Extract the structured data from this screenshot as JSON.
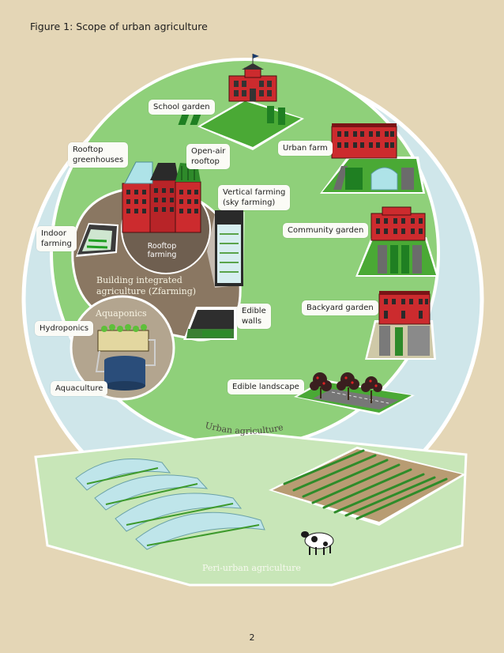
{
  "figure": {
    "caption": "Figure 1: Scope of urban agriculture"
  },
  "zones": {
    "urban": "Urban agriculture",
    "peri_urban": "Peri-urban agriculture",
    "building_integrated_line1": "Building integrated",
    "building_integrated_line2": "agriculture (Zfarming)",
    "aquaponics": "Aquaponics",
    "rooftop_farming_line1": "Rooftop",
    "rooftop_farming_line2": "farming"
  },
  "labels": {
    "school_garden": "School garden",
    "urban_farm": "Urban farm",
    "community_garden": "Community garden",
    "backyard_garden": "Backyard garden",
    "edible_landscape": "Edible landscape",
    "rooftop_greenhouses_line1": "Rooftop",
    "rooftop_greenhouses_line2": "greenhouses",
    "open_air_rooftop_line1": "Open-air",
    "open_air_rooftop_line2": "rooftop",
    "vertical_farming_line1": "Vertical farming",
    "vertical_farming_line2": "(sky farming)",
    "indoor_farming_line1": "Indoor",
    "indoor_farming_line2": "farming",
    "edible_walls_line1": "Edible",
    "edible_walls_line2": "walls",
    "hydroponics": "Hydroponics",
    "aquaculture": "Aquaculture"
  },
  "page": {
    "number": "2"
  },
  "colors": {
    "background": "#e4d6b6",
    "outer_circle": "#cfe6ea",
    "urban_zone": "#8fd07a",
    "building_zone": "#8a7762",
    "aquaponics_zone": "#b3a58f",
    "peri_urban_zone": "#c8e6b8",
    "building_red": "#cc2b2e"
  }
}
